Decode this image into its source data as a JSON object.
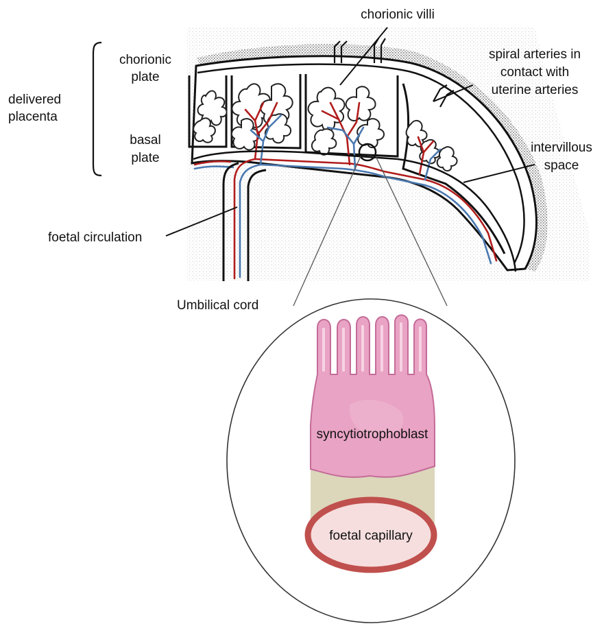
{
  "labels": {
    "chorionic_villi": "chorionic villi",
    "chorionic_plate_1": "chorionic",
    "chorionic_plate_2": "plate",
    "delivered_placenta_1": "delivered",
    "delivered_placenta_2": "placenta",
    "basal_plate_1": "basal",
    "basal_plate_2": "plate",
    "spiral_arteries_1": "spiral arteries in",
    "spiral_arteries_2": "contact with",
    "spiral_arteries_3": "uterine arteries",
    "intervillous_space_1": "intervillous",
    "intervillous_space_2": "space",
    "foetal_circulation": "foetal circulation",
    "umbilical_cord": "Umbilical  cord",
    "syncytiotrophoblast": "syncytiotrophoblast",
    "foetal_capillary": "foetal  capillary"
  },
  "colors": {
    "artery": "#b11c1c",
    "vein": "#4a78b0",
    "syncytio_fill": "#e9a3c4",
    "syncytio_edge": "#c46b98",
    "stroma": "#dcd6bb",
    "capillary_ring": "#c0504d",
    "capillary_fill": "#f6dede",
    "uterine_stipple": "#888888"
  }
}
